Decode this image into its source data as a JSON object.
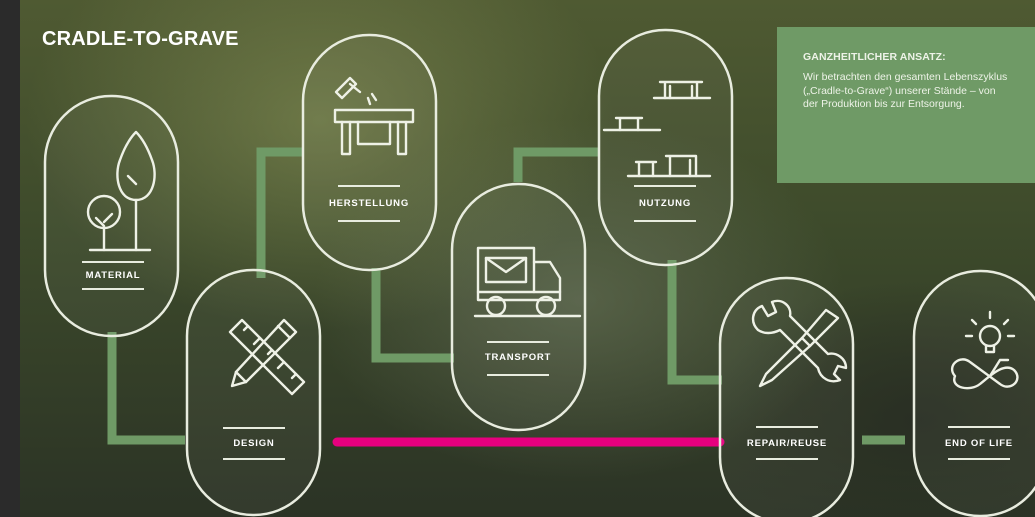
{
  "title": "CRADLE-TO-GRAVE",
  "info_box": {
    "heading": "GANZHEITLICHER ANSATZ:",
    "text": "Wir betrachten den gesamten Lebenszyklus („Cradle-to-Grave“) unserer Stände – von der Produktion bis zur Entsorgung."
  },
  "stages": [
    {
      "label": "MATERIAL",
      "icon": "trees-icon"
    },
    {
      "label": "DESIGN",
      "icon": "pencil-ruler-icon"
    },
    {
      "label": "HERSTELLUNG",
      "icon": "table-fabrication-icon"
    },
    {
      "label": "TRANSPORT",
      "icon": "truck-icon"
    },
    {
      "label": "NUTZUNG",
      "icon": "tables-icon"
    },
    {
      "label": "REPAIR/REUSE",
      "icon": "tools-icon"
    },
    {
      "label": "END OF LIFE",
      "icon": "recycle-lightbulb-icon"
    }
  ],
  "colors": {
    "connector": "#6f9a66",
    "highlight": "#e6007e",
    "outline": "#e8ecdf",
    "info_box": "#6f9a66"
  }
}
